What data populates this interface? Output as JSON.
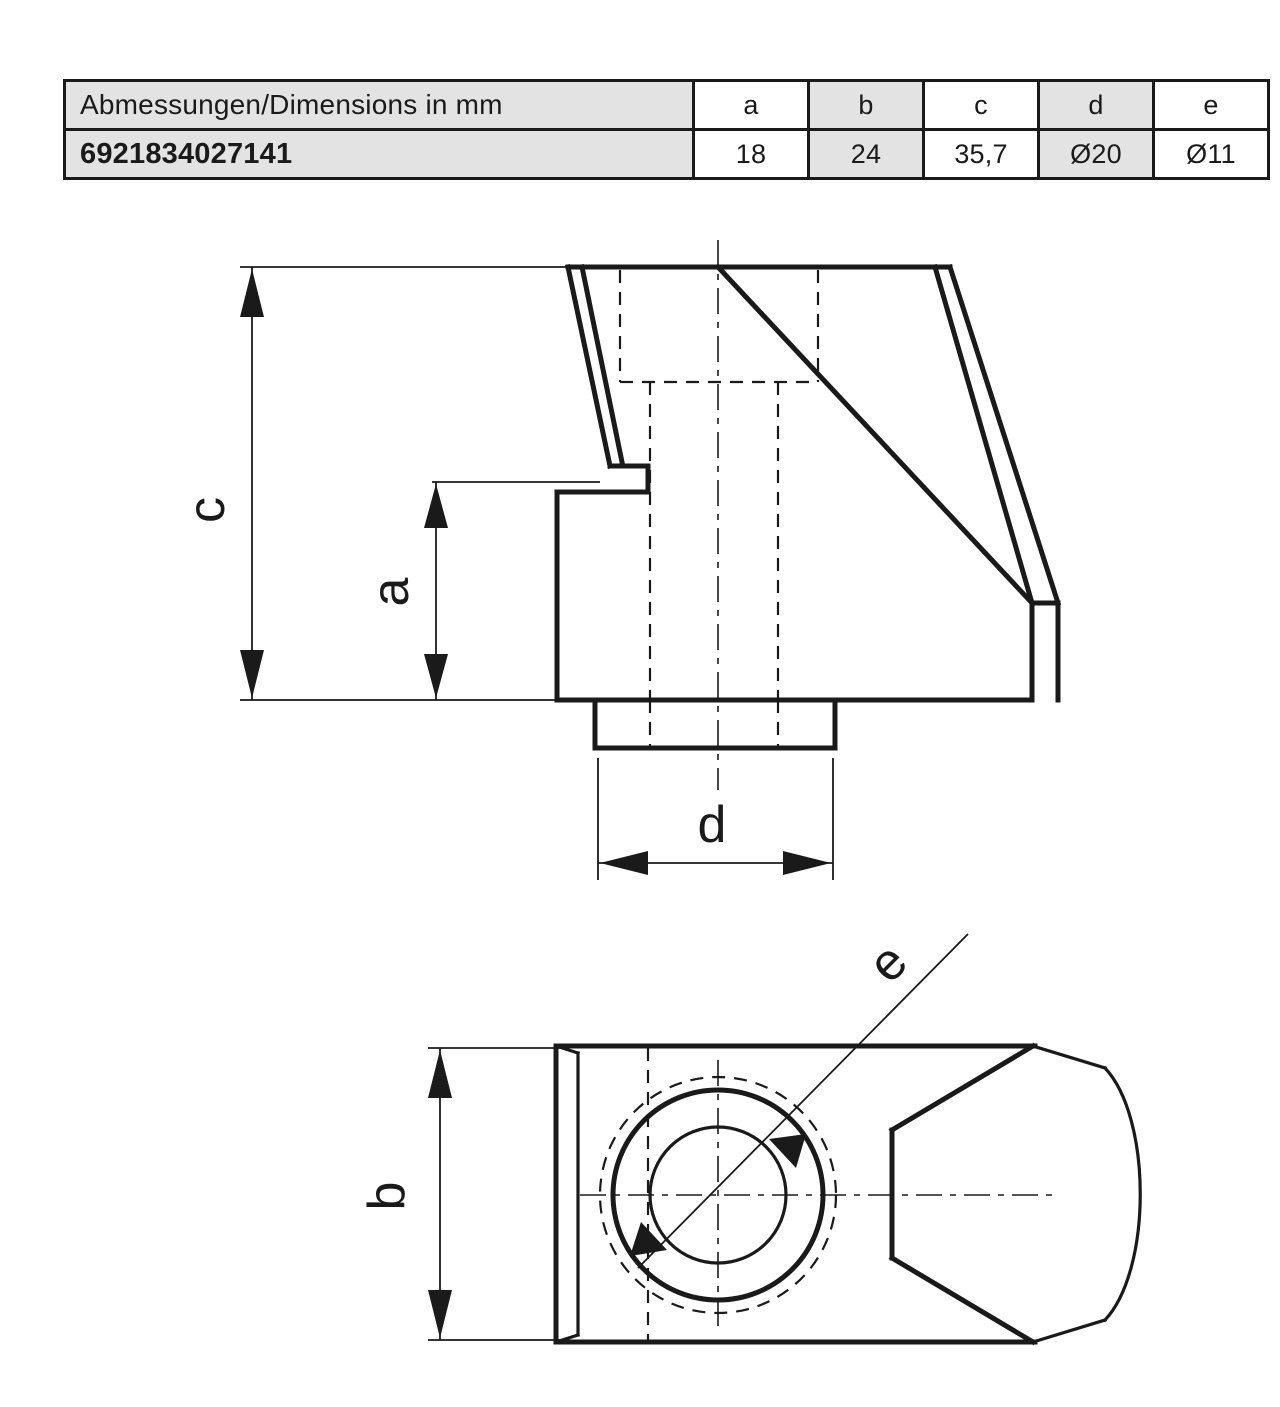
{
  "table": {
    "header": {
      "title": "Abmessungen/Dimensions in mm",
      "columns": [
        "a",
        "b",
        "c",
        "d",
        "e"
      ]
    },
    "row": {
      "part_number": "6921834027141",
      "values": [
        "18",
        "24",
        "35,7",
        "Ø20",
        "Ø11"
      ]
    },
    "shading": {
      "gray": "#e3e3e3",
      "white": "#ffffff",
      "border": "#1a1a1a"
    }
  },
  "drawing": {
    "line_color": "#1a1a1a",
    "side_view": {
      "name": "side-elevation-view",
      "dimension_labels": {
        "c": "c",
        "a": "a",
        "d": "d"
      }
    },
    "bottom_view": {
      "name": "plan-view",
      "dimension_labels": {
        "b": "b",
        "e": "e"
      }
    }
  }
}
